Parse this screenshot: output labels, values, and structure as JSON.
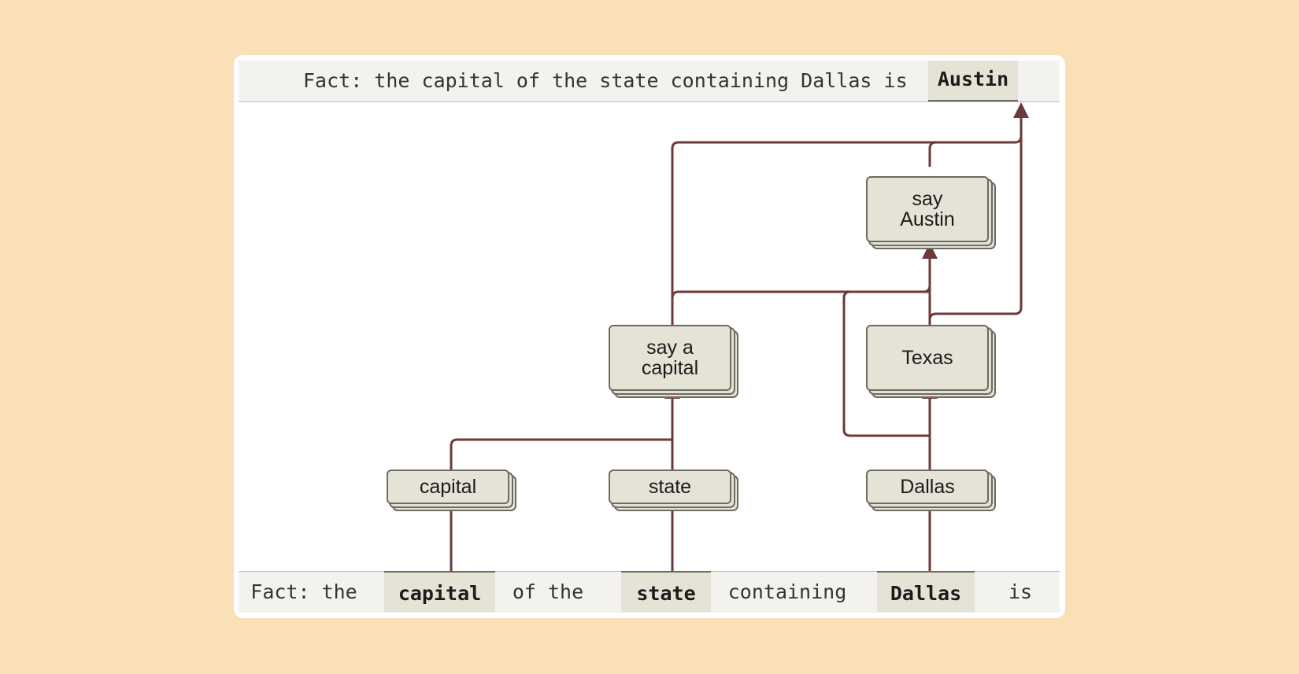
{
  "output_prompt": {
    "text": "Fact: the capital of the state containing Dallas is",
    "answer": "Austin"
  },
  "input_tokens": [
    {
      "text": "Fact: the",
      "highlighted": false
    },
    {
      "text": "capital",
      "highlighted": true
    },
    {
      "text": "of the",
      "highlighted": false
    },
    {
      "text": "state",
      "highlighted": true
    },
    {
      "text": "containing",
      "highlighted": false
    },
    {
      "text": "Dallas",
      "highlighted": true
    },
    {
      "text": "is",
      "highlighted": false
    }
  ],
  "nodes": {
    "capital": "capital",
    "state": "state",
    "dallas": "Dallas",
    "say_capital": "say a\ncapital",
    "texas": "Texas",
    "say_austin": "say\nAustin"
  },
  "colors": {
    "background": "#f9e0b7",
    "edge": "#6b3a3a",
    "node_fill": "#e5e2d6",
    "node_border": "#6e6b62"
  }
}
